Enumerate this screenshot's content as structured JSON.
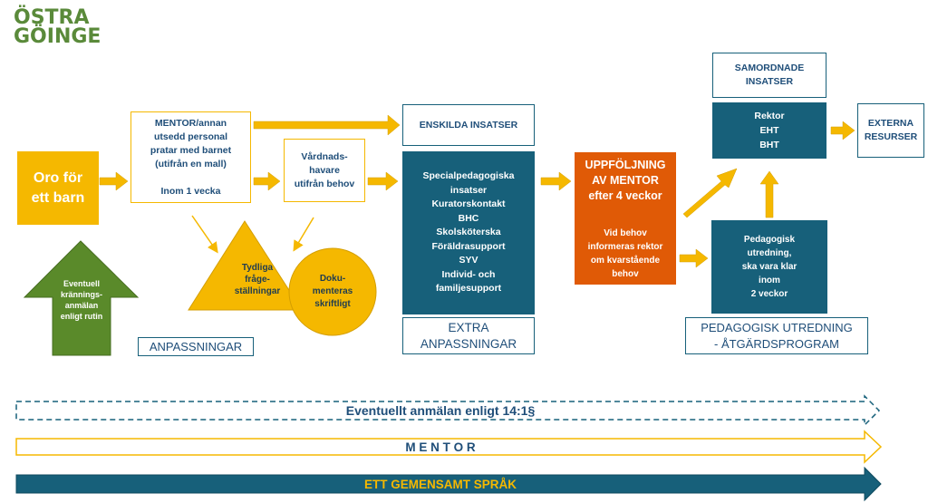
{
  "logo": {
    "line1": "ÖSTRA",
    "line2": "GÖINGE"
  },
  "boxes": {
    "oro": "Oro för\nett barn",
    "mentor_talk": "MENTOR/annan\nutsedd personal\npratar med barnet\n(utifrån en mall)\n\nInom 1 vecka",
    "vardnad": "Vårdnads-\nhavare\nutifrån behov",
    "kranknings": "Eventuell\nkrännings-\nanmälan\nenligt rutin",
    "tydliga": "Tydliga\nfråge-\nställningar",
    "dokumenteras": "Doku-\nmenteras\nskriftligt",
    "anpassningar": "ANPASSNINGAR",
    "enskilda": "ENSKILDA INSATSER",
    "special": "Specialpedagogiska\ninsatser\nKuratorskontakt\nBHC\nSkolsköterska\nFöräldrasupport\nSYV\nIndivid- och\nfamiljesupport",
    "extra": "EXTRA\nANPASSNINGAR",
    "uppfoljning_title": "UPPFÖLJNING\nAV MENTOR\nefter 4 veckor",
    "uppfoljning_body": "Vid behov\ninformeras rektor\nom kvarstående\nbehov",
    "samordnade": "SAMORDNADE\nINSATSER",
    "rektor": "Rektor\nEHT\nBHT",
    "externa": "EXTERNA\nRESURSER",
    "ped_utredning_box": "Pedagogisk\nutredning,\nska vara klar\ninom\n2 veckor",
    "ped_utredning_label": "PEDAGOGISK UTREDNING\n- ÅTGÄRDSPROGRAM"
  },
  "bands": {
    "anmalan": "Eventuellt anmälan enligt 14:1§",
    "mentor": "M E N T O R",
    "sprak": "ETT GEMENSAMT SPRÅK"
  },
  "colors": {
    "yellow": "#f5b800",
    "teal": "#17607a",
    "orange": "#e05a06",
    "green": "#5a8a2a",
    "logo_green": "#5a8a3a"
  }
}
